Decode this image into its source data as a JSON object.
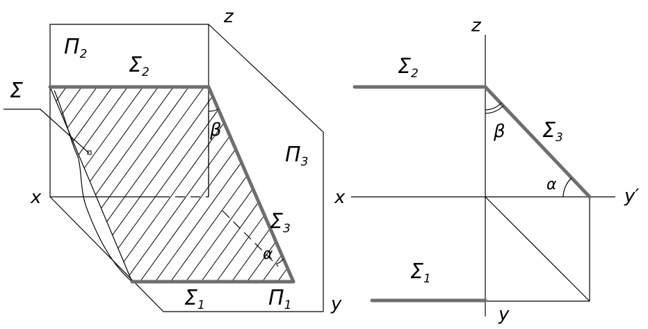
{
  "left_view": {
    "plane_frontal": {
      "base": "Π",
      "sub": "2"
    },
    "plane_profile": {
      "base": "Π",
      "sub": "3"
    },
    "plane_horizontal": {
      "base": "Π",
      "sub": "1"
    },
    "trace_frontal": {
      "base": "Σ",
      "sub": "2"
    },
    "trace_profile": {
      "base": "Σ",
      "sub": "3"
    },
    "trace_horizontal": {
      "base": "Σ",
      "sub": "1"
    },
    "plane_label": "Σ",
    "axis_x": "x",
    "axis_y": "y",
    "axis_z": "z",
    "angle_alpha": "α",
    "angle_beta": "β"
  },
  "right_view": {
    "trace_frontal": {
      "base": "Σ",
      "sub": "2"
    },
    "trace_profile": {
      "base": "Σ",
      "sub": "3"
    },
    "trace_horizontal": {
      "base": "Σ",
      "sub": "1"
    },
    "axis_x": "x",
    "axis_y": "y",
    "axis_y_prime": "y′",
    "axis_z": "z",
    "angle_alpha": "α",
    "angle_beta": "β"
  },
  "colors": {
    "line": "#000000",
    "trace": "#6e6e6e"
  }
}
